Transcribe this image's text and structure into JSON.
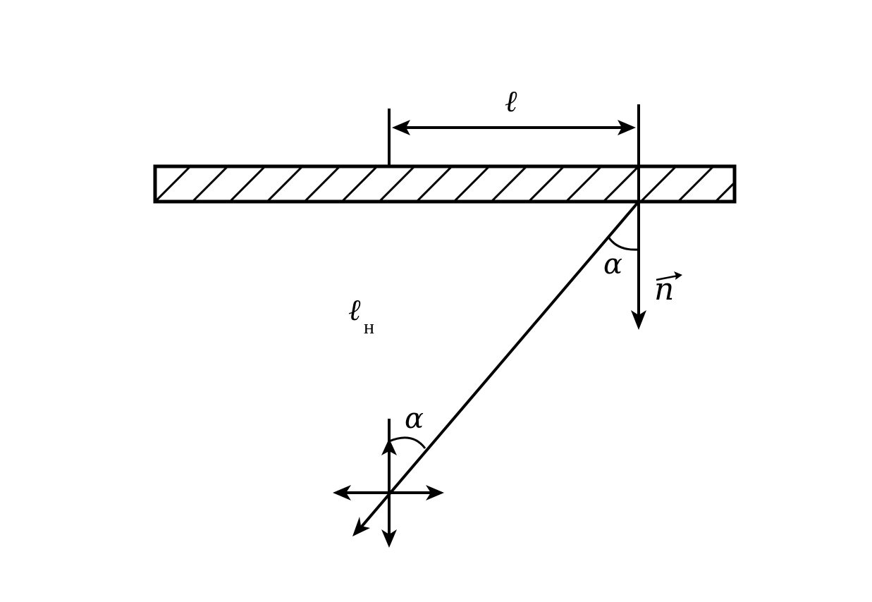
{
  "labels": {
    "length": "ℓ",
    "normal_vector": "n",
    "angle_top": "α",
    "angle_bottom": "α",
    "length_main": "ℓ",
    "length_subscript": "н"
  },
  "colors": {
    "stroke": "#000000",
    "background": "#ffffff"
  }
}
